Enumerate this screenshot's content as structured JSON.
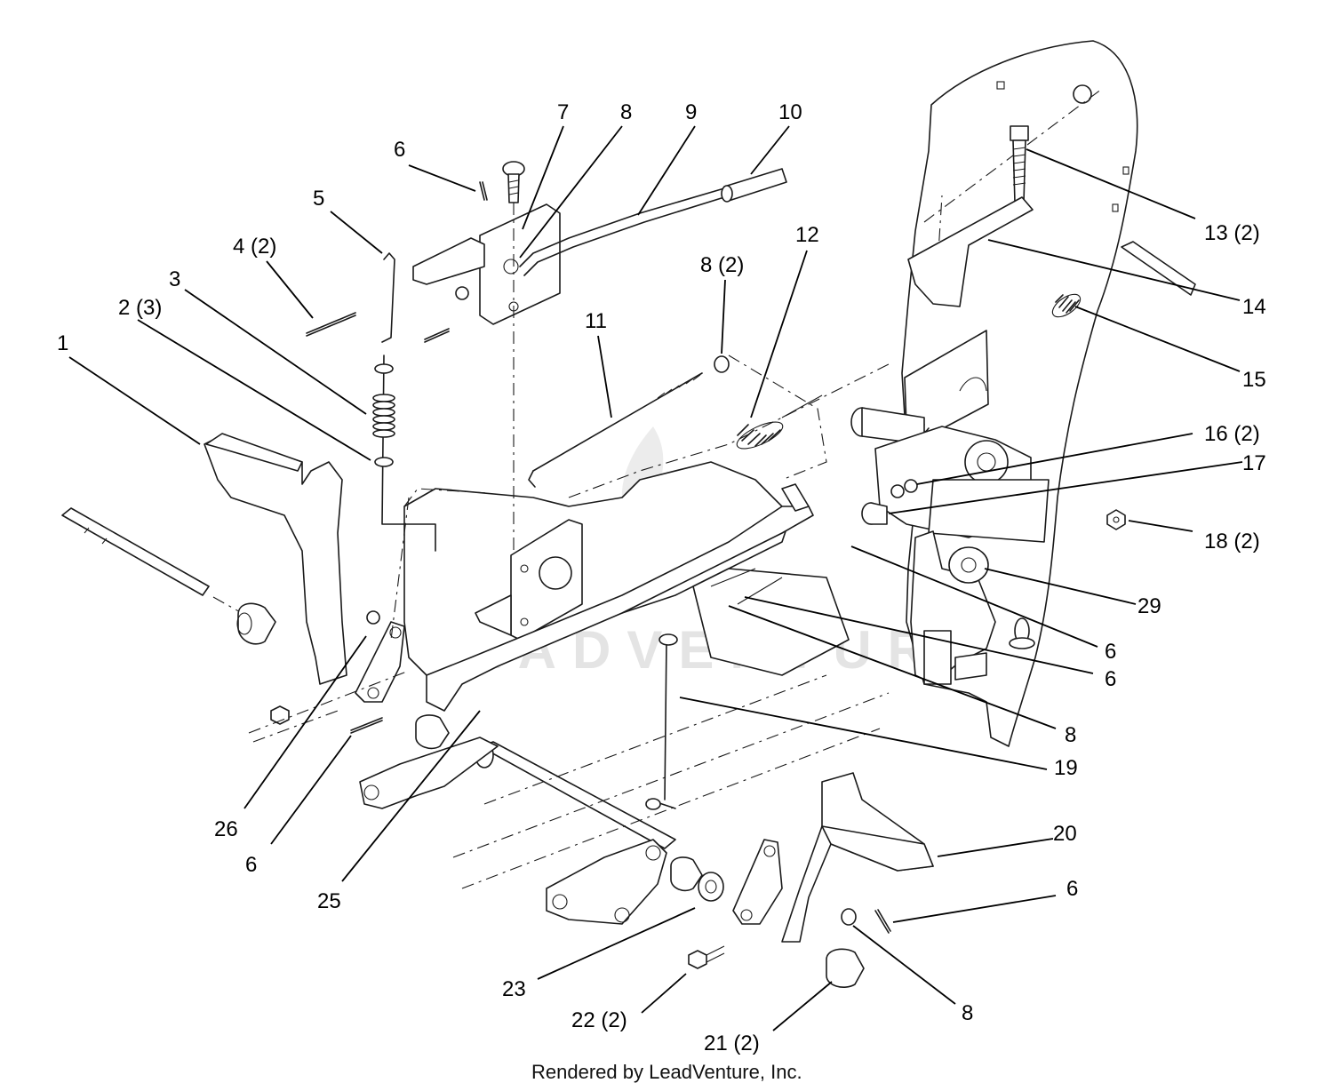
{
  "watermark": "LEADVENTURE",
  "credit": "Rendered by LeadVenture, Inc.",
  "callouts": [
    {
      "id": "1",
      "label": "1"
    },
    {
      "id": "2",
      "label": "2 (3)"
    },
    {
      "id": "3",
      "label": "3"
    },
    {
      "id": "4",
      "label": "4 (2)"
    },
    {
      "id": "5",
      "label": "5"
    },
    {
      "id": "6a",
      "label": "6"
    },
    {
      "id": "7",
      "label": "7"
    },
    {
      "id": "8a",
      "label": "8"
    },
    {
      "id": "9",
      "label": "9"
    },
    {
      "id": "10",
      "label": "10"
    },
    {
      "id": "8b",
      "label": "8 (2)"
    },
    {
      "id": "11",
      "label": "11"
    },
    {
      "id": "12",
      "label": "12"
    },
    {
      "id": "13",
      "label": "13 (2)"
    },
    {
      "id": "14",
      "label": "14"
    },
    {
      "id": "15",
      "label": "15"
    },
    {
      "id": "16",
      "label": "16 (2)"
    },
    {
      "id": "17",
      "label": "17"
    },
    {
      "id": "18",
      "label": "18 (2)"
    },
    {
      "id": "29",
      "label": "29"
    },
    {
      "id": "6b",
      "label": "6"
    },
    {
      "id": "6c",
      "label": "6"
    },
    {
      "id": "8c",
      "label": "8"
    },
    {
      "id": "19",
      "label": "19"
    },
    {
      "id": "20",
      "label": "20"
    },
    {
      "id": "6d",
      "label": "6"
    },
    {
      "id": "8d",
      "label": "8"
    },
    {
      "id": "21",
      "label": "21 (2)"
    },
    {
      "id": "22",
      "label": "22 (2)"
    },
    {
      "id": "23",
      "label": "23"
    },
    {
      "id": "25",
      "label": "25"
    },
    {
      "id": "6e",
      "label": "6"
    },
    {
      "id": "26",
      "label": "26"
    }
  ]
}
